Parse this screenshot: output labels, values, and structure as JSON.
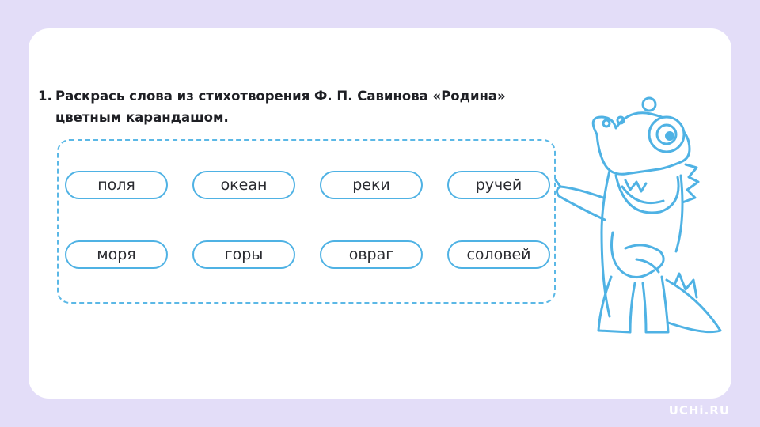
{
  "task": {
    "number": "1.",
    "text": "Раскрась слова из стихотворения Ф. П. Савинова «Родина» цветным карандашом."
  },
  "words": {
    "row1": [
      "поля",
      "океан",
      "реки",
      "ручей"
    ],
    "row2": [
      "моря",
      "горы",
      "овраг",
      "соловей"
    ]
  },
  "brand": {
    "logo": "UCHi.RU"
  },
  "colors": {
    "background": "#e3ddf8",
    "card": "#ffffff",
    "accent_blue": "#4fb2e4"
  },
  "icons": {
    "mascot": "dinosaur-mascot-icon"
  }
}
